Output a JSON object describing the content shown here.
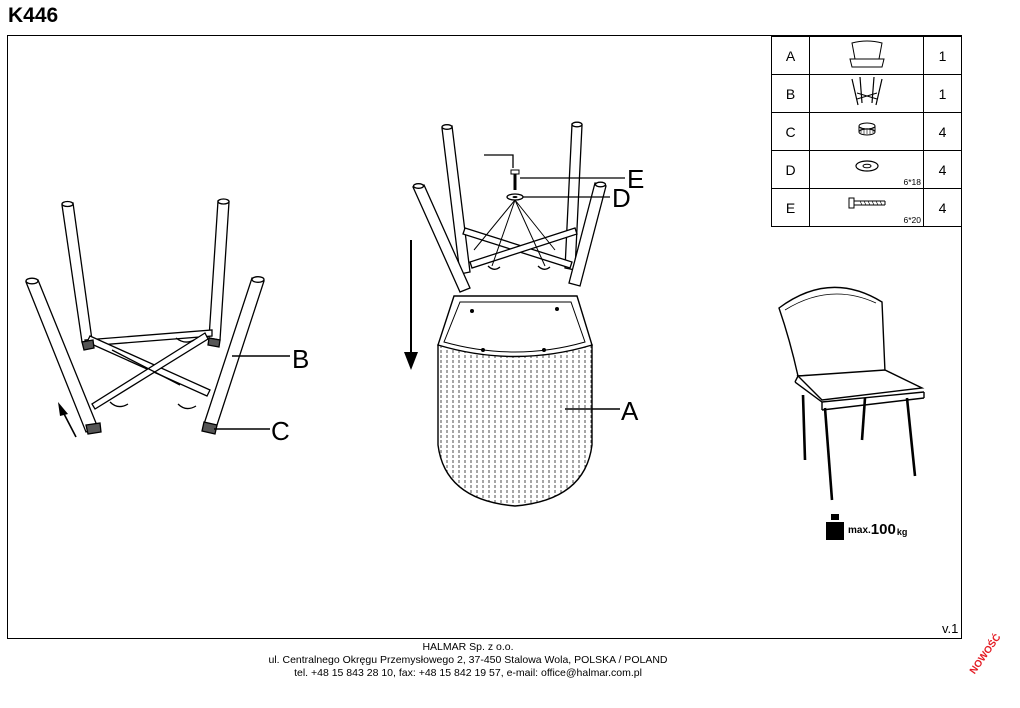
{
  "header": {
    "model": "K446"
  },
  "parts": [
    {
      "letter": "A",
      "qty": "1",
      "dim": ""
    },
    {
      "letter": "B",
      "qty": "1",
      "dim": ""
    },
    {
      "letter": "C",
      "qty": "4",
      "dim": ""
    },
    {
      "letter": "D",
      "qty": "4",
      "dim": "6*18"
    },
    {
      "letter": "E",
      "qty": "4",
      "dim": "6*20"
    }
  ],
  "callouts": {
    "a": "A",
    "b": "B",
    "c": "C",
    "d": "D",
    "e": "E"
  },
  "load": {
    "max": "max.",
    "value": "100",
    "unit": "kg"
  },
  "version": "v.1",
  "footer": {
    "company": "HALMAR Sp. z o.o.",
    "address": "ul. Centralnego Okręgu Przemysłowego 2, 37-450 Stalowa Wola, POLSKA / POLAND",
    "contact": "tel. +48 15 843 28 10, fax: +48 15 842 19 57, e-mail: office@halmar.com.pl"
  },
  "stamp": "NOWOŚĆ"
}
